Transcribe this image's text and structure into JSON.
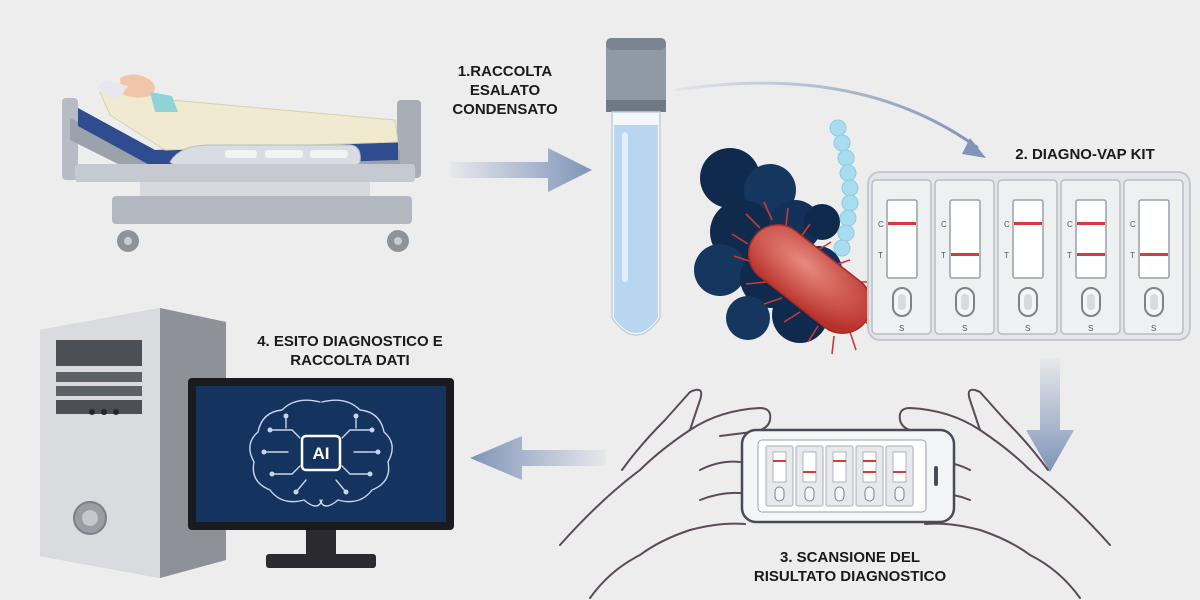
{
  "steps": [
    {
      "label": "1.RACCOLTA\nESALATO\nCONDENSATO"
    },
    {
      "label": "2. DIAGNO-VAP KIT"
    },
    {
      "label": "3. SCANSIONE DEL\nRISULTATO DIAGNOSTICO"
    },
    {
      "label": "4. ESITO DIAGNOSTICO E\nRACCOLTA DATI"
    }
  ],
  "kit": {
    "control_mark": "C",
    "test_mark": "T",
    "sample_mark": "S",
    "strips": [
      {
        "control_line": true,
        "test_line": false
      },
      {
        "control_line": false,
        "test_line": true
      },
      {
        "control_line": true,
        "test_line": false
      },
      {
        "control_line": true,
        "test_line": true
      },
      {
        "control_line": false,
        "test_line": true
      }
    ]
  },
  "monitor": {
    "chip_text": "AI"
  },
  "colors": {
    "arrow": "#7f94b8",
    "screen": "#15335f",
    "bacteria_red": "#cc3a34",
    "cocci": "#0f2a4d",
    "tube_liquid": "#b8d6f0",
    "strip_line": "#d83a3a"
  }
}
